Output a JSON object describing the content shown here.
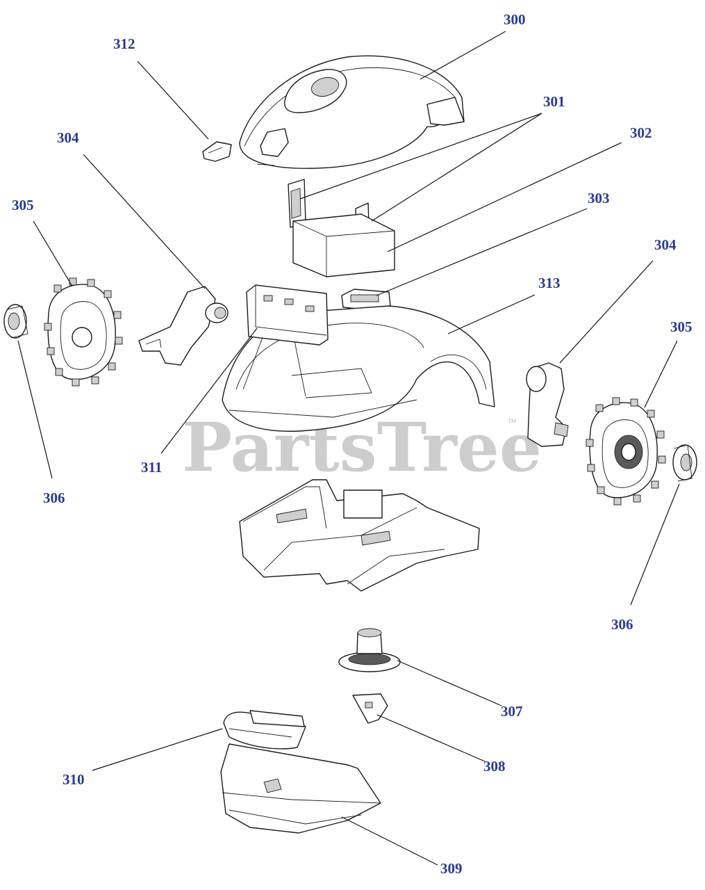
{
  "watermark": {
    "text": "PartsTree",
    "trademark": "™"
  },
  "colors": {
    "callout": "#2b3990",
    "line": "#111111",
    "watermark": "#bdbdbd"
  },
  "callouts": [
    {
      "id": "c300",
      "text": "300"
    },
    {
      "id": "c301",
      "text": "301"
    },
    {
      "id": "c302",
      "text": "302"
    },
    {
      "id": "c303",
      "text": "303"
    },
    {
      "id": "c304a",
      "text": "304"
    },
    {
      "id": "c304b",
      "text": "304"
    },
    {
      "id": "c305a",
      "text": "305"
    },
    {
      "id": "c305b",
      "text": "305"
    },
    {
      "id": "c306a",
      "text": "306"
    },
    {
      "id": "c306b",
      "text": "306"
    },
    {
      "id": "c307",
      "text": "307"
    },
    {
      "id": "c308",
      "text": "308"
    },
    {
      "id": "c309",
      "text": "309"
    },
    {
      "id": "c310",
      "text": "310"
    },
    {
      "id": "c311",
      "text": "311"
    },
    {
      "id": "c312",
      "text": "312"
    },
    {
      "id": "c313",
      "text": "313"
    }
  ]
}
